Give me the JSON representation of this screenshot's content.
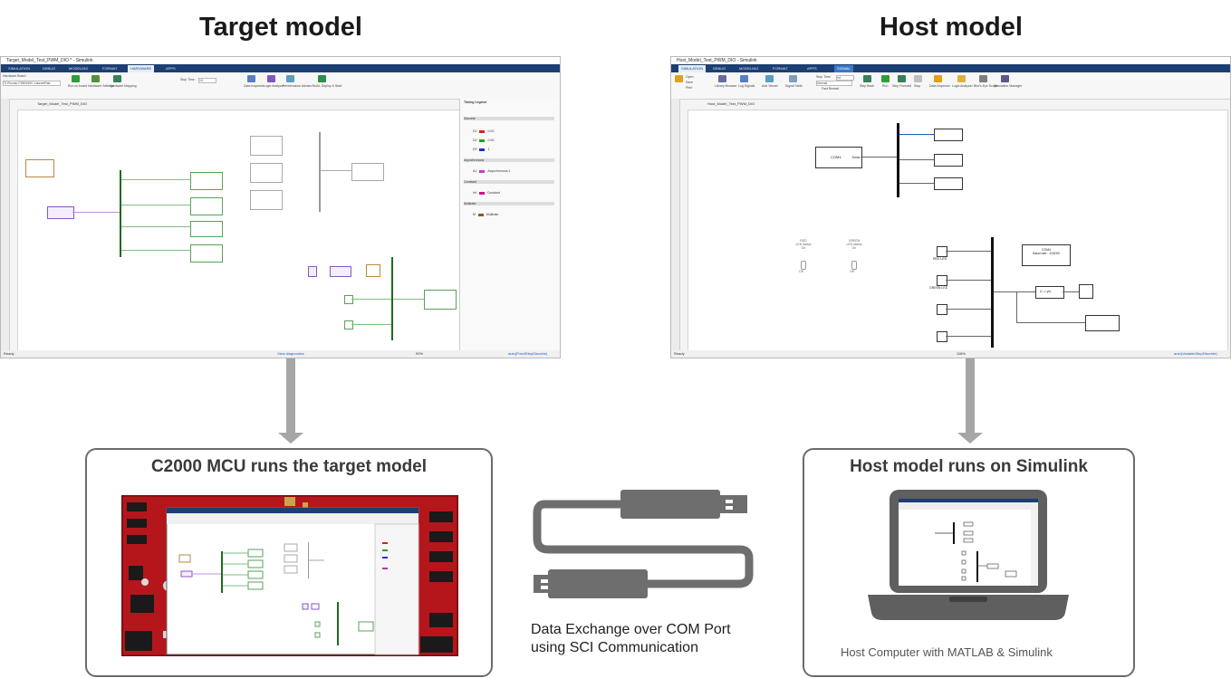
{
  "headings": {
    "target": "Target model",
    "host": "Host model"
  },
  "target_window": {
    "title": "Target_Model_Test_PWM_DIO * - Simulink",
    "tabs": [
      "SIMULATION",
      "DEBUG",
      "MODELING",
      "FORMAT",
      "HARDWARE",
      "APPS"
    ],
    "active_tab": "HARDWARE",
    "ribbon_buttons": [
      "Run on board",
      "Hardware Settings",
      "Hardware Mapping",
      "Data Inspector",
      "Logic Analyzer",
      "Performance Advisor",
      "Build, Deploy & Start"
    ],
    "stop_time_label": "Stop Time",
    "stop_time_value": "10",
    "hardware_board_label": "Hardware Board",
    "hardware_board_value": "TI Piccolo F280049C LaunchPad",
    "breadcrumb": "Target_Model_Test_PWM_DIO",
    "timing_legend": {
      "title": "Timing Legend",
      "rows": [
        {
          "label": "Discrete",
          "color": "#cccccc"
        },
        {
          "label": "D1",
          "value": "0.02",
          "color": "#e0201a"
        },
        {
          "label": "D2",
          "value": "0.05",
          "color": "#23a023"
        },
        {
          "label": "D3",
          "value": "1",
          "color": "#2030d0"
        },
        {
          "label": "Asynchronous",
          "color": "#cccccc"
        },
        {
          "label": "A1",
          "value": "Asynchronous 1",
          "color": "#c040c0"
        },
        {
          "label": "Constant",
          "color": "#cccccc"
        },
        {
          "label": "Inf",
          "value": "Constant",
          "color": "#d01090"
        },
        {
          "label": "Multirate",
          "color": "#cccccc"
        },
        {
          "label": "M",
          "value": "Multirate",
          "color": "#8a5a20"
        }
      ]
    },
    "status": {
      "left": "Ready",
      "middle": "View diagnostics",
      "zoom": "99%",
      "solver": "auto(FixedStepDiscrete)"
    }
  },
  "host_window": {
    "title": "Host_Model_Test_PWM_DIO - Simulink",
    "tabs": [
      "SIMULATION",
      "DEBUG",
      "MODELING",
      "FORMAT",
      "APPS",
      "SIGNAL"
    ],
    "active_tab": "SIMULATION",
    "ribbon_buttons": [
      "Open",
      "Save",
      "Print",
      "Library Browser",
      "Log Signals",
      "Add Viewer",
      "Signal Table",
      "Step Back",
      "Run",
      "Step Forward",
      "Stop",
      "Data Inspector",
      "Logic Analyzer",
      "Bird's-Eye Scope",
      "Simulation Manager"
    ],
    "stop_time_label": "Stop Time",
    "stop_time_value": "inf",
    "mode_value": "Normal",
    "fast_restart": "Fast Restart",
    "breadcrumb": "Host_Model_Test_PWM_DIO",
    "blocks": {
      "com_block": "COM4",
      "com_out": "Data",
      "red_led": "RED LED",
      "green_led": "GREEN LED",
      "red_led_status": "RED\nLED status\nOn",
      "green_led_status": "GREEN\nLED status\nOn",
      "off1": "Off",
      "off2": "Off",
      "com_config": "COM4\nBaud rate : 115200",
      "gain": "U -> y/u"
    },
    "status": {
      "left": "Ready",
      "zoom": "118%",
      "solver": "auto(VariableStepDiscrete)"
    }
  },
  "panels": {
    "target_panel_title": "C2000 MCU runs the target model",
    "host_panel_title": "Host model runs on Simulink",
    "host_caption": "Host Computer with MATLAB & Simulink"
  },
  "cable_caption": {
    "line1": "Data Exchange over COM Port",
    "line2": "using SCI Communication"
  },
  "colors": {
    "arrow": "#a6a6a6",
    "panel_border": "#6b6b6b",
    "cable": "#6e6e6e",
    "board": "#b5161b",
    "matlab_tab": "#1c3f73"
  }
}
